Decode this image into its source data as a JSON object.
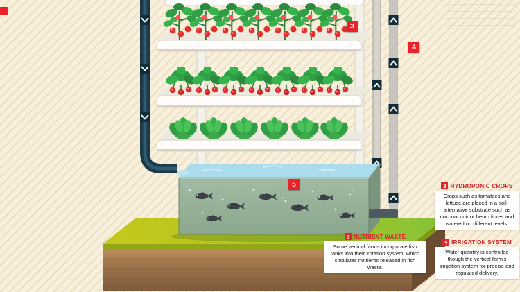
{
  "diagram": {
    "markers": {
      "crops": "3",
      "irrigation": "4",
      "nutrient": "5"
    },
    "callouts": {
      "crops": {
        "number": "3",
        "title": "HYDROPONIC CROPS",
        "body": "Crops such as tomatoes and lettuce are placed in a soil-alternative substrate such as coconut coir or hemp fibres and watered on different levels."
      },
      "irrigation": {
        "number": "4",
        "title": "IRRIGATION SYSTEM",
        "body": "Water quantity is controlled though the vertical farm's irrigation system for precise and regulated delivery."
      },
      "nutrient": {
        "number": "5",
        "title": "NUTRIENT WASTE",
        "body": "Some vertical farms incorporate fish tanks into their irritation system, which circulates nutrients released in fish waste."
      }
    },
    "icons": {
      "flow_up_arrow": "chevron-up",
      "flow_down_arrow": "chevron-down"
    },
    "colors": {
      "accent_red": "#e8232b",
      "pipe_dark": "#1b3947",
      "water_blue": "#aadceb",
      "tank_green": "#8aa78d",
      "grass_green": "#a9c622",
      "soil_brown": "#9b7450",
      "background_cream": "#f8f0dc"
    }
  }
}
